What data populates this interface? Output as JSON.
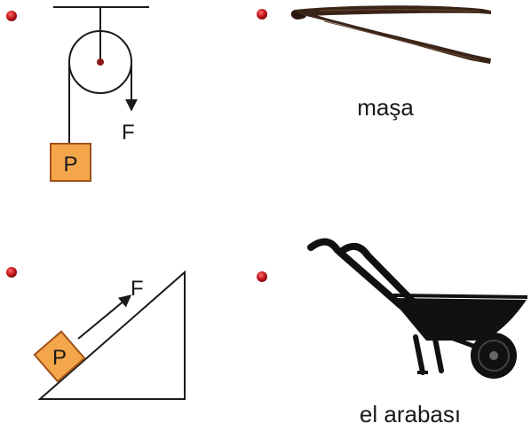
{
  "colors": {
    "bullet": "#c4161c",
    "block_fill": "#f4a64a",
    "block_stroke": "#a0521b",
    "line": "#1a1a1a",
    "tong": "#3a2418"
  },
  "pulley": {
    "force_label": "F",
    "block_label": "P"
  },
  "tongs": {
    "caption": "maşa",
    "icon": "tongs-icon"
  },
  "incline": {
    "force_label": "F",
    "block_label": "P"
  },
  "wheelbarrow": {
    "caption": "el arabası",
    "icon": "wheelbarrow-icon"
  }
}
